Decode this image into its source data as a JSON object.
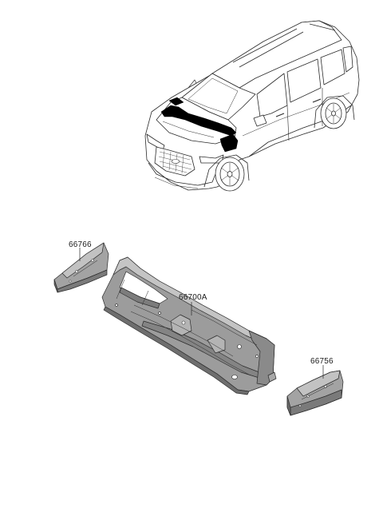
{
  "diagram": {
    "parts": [
      {
        "number": "66766"
      },
      {
        "number": "66700A"
      },
      {
        "number": "66756"
      }
    ],
    "colors": {
      "line": "#2a2a2a",
      "part_fill": "#9a9a9a",
      "part_shade": "#6e6e6e",
      "highlight": "#000000"
    }
  }
}
